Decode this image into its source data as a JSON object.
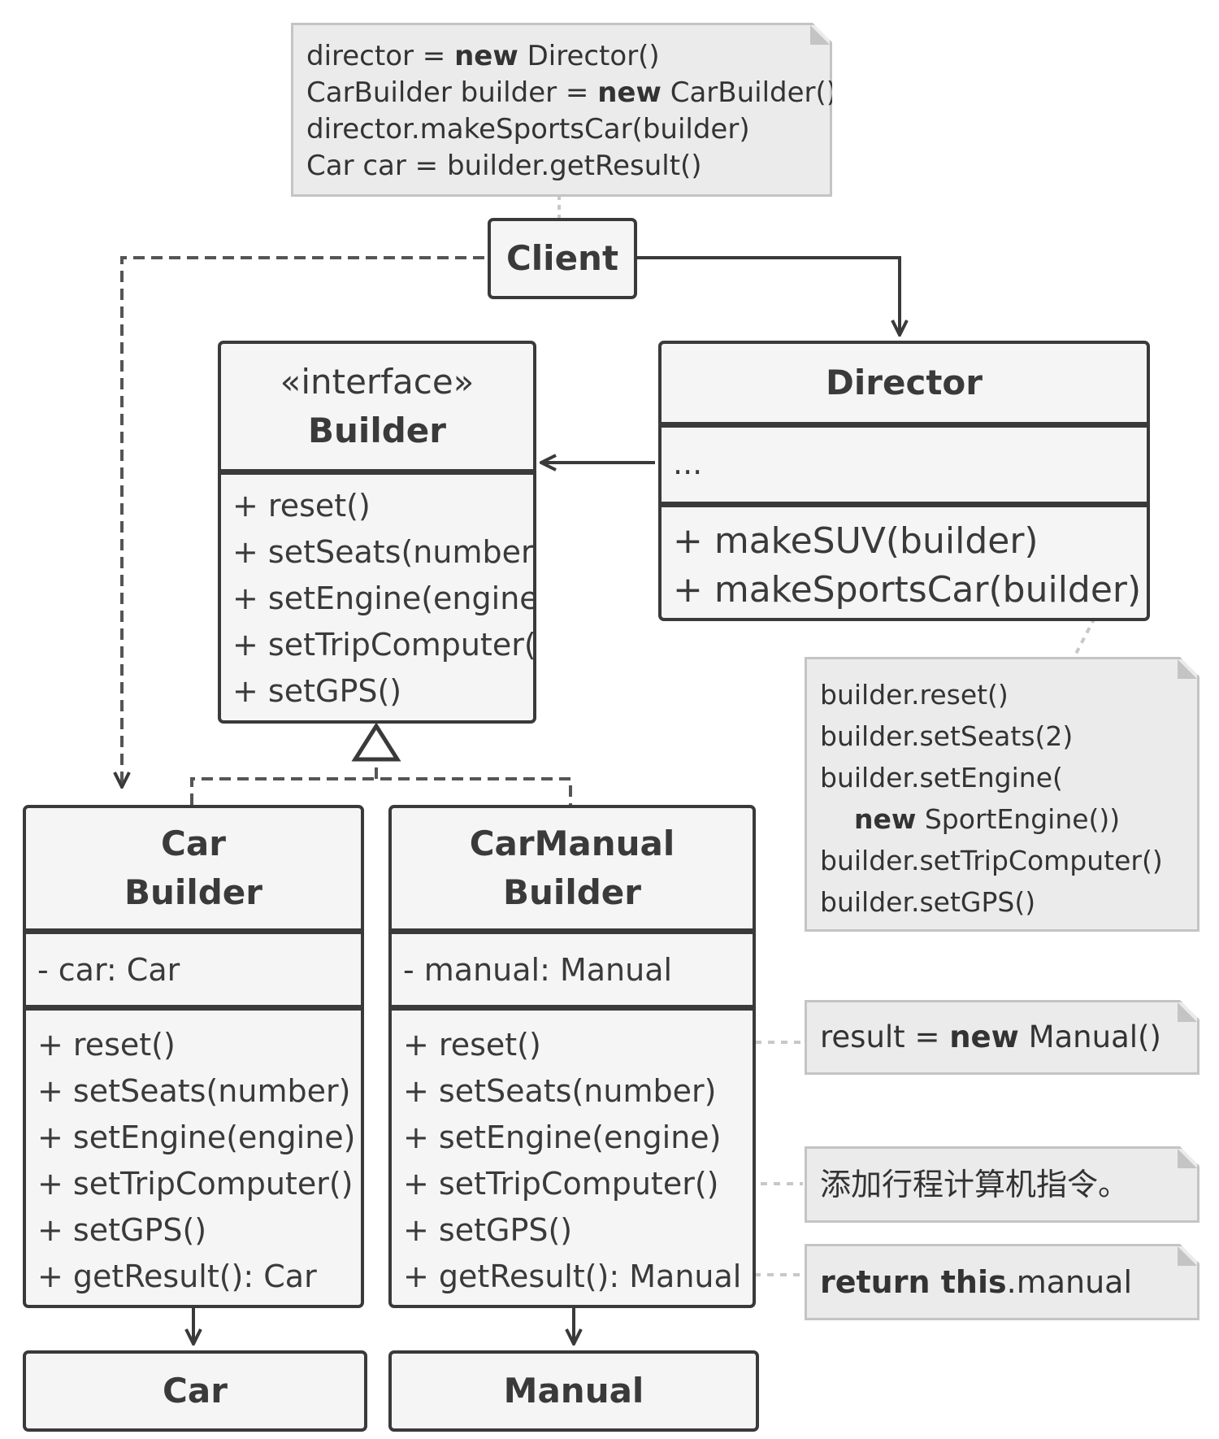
{
  "notes": {
    "client_code": [
      "director = new Director()",
      "CarBuilder builder = new CarBuilder()",
      "director.makeSportsCar(builder)",
      "Car car = builder.getResult()"
    ],
    "sports_car_code": [
      "builder.reset()",
      "builder.setSeats(2)",
      "builder.setEngine(",
      "new SportEngine())",
      "builder.setTripComputer()",
      "builder.setGPS()"
    ],
    "manual_reset": "result = new Manual()",
    "trip_computer": "添加行程计算机指令。",
    "manual_result_keywords": "return this",
    "manual_result_rest": ".manual",
    "keyword_new": "new"
  },
  "client": {
    "title": "Client"
  },
  "director": {
    "title": "Director",
    "fields": "...",
    "methods": [
      "+ makeSUV(builder)",
      "+ makeSportsCar(builder)"
    ]
  },
  "builder": {
    "stereotype": "«interface»",
    "title": "Builder",
    "methods": [
      "+ reset()",
      "+ setSeats(number)",
      "+ setEngine(engine)",
      "+ setTripComputer()",
      "+ setGPS()"
    ]
  },
  "car_builder": {
    "title_line1": "Car",
    "title_line2": "Builder",
    "field": "- car: Car",
    "methods": [
      "+ reset()",
      "+ setSeats(number)",
      "+ setEngine(engine)",
      "+ setTripComputer()",
      "+ setGPS()",
      "+ getResult(): Car"
    ]
  },
  "manual_builder": {
    "title_line1": "CarManual",
    "title_line2": "Builder",
    "field": "- manual: Manual",
    "methods": [
      "+ reset()",
      "+ setSeats(number)",
      "+ setEngine(engine)",
      "+ setTripComputer()",
      "+ setGPS()",
      "+ getResult(): Manual"
    ]
  },
  "car": {
    "title": "Car"
  },
  "manual": {
    "title": "Manual"
  },
  "colors": {
    "stroke": "#3a3a3a",
    "box_fill": "#f5f5f5",
    "note_fill": "#ebebeb",
    "note_border": "#c4c4c4",
    "dotted": "#c8c8c8"
  }
}
